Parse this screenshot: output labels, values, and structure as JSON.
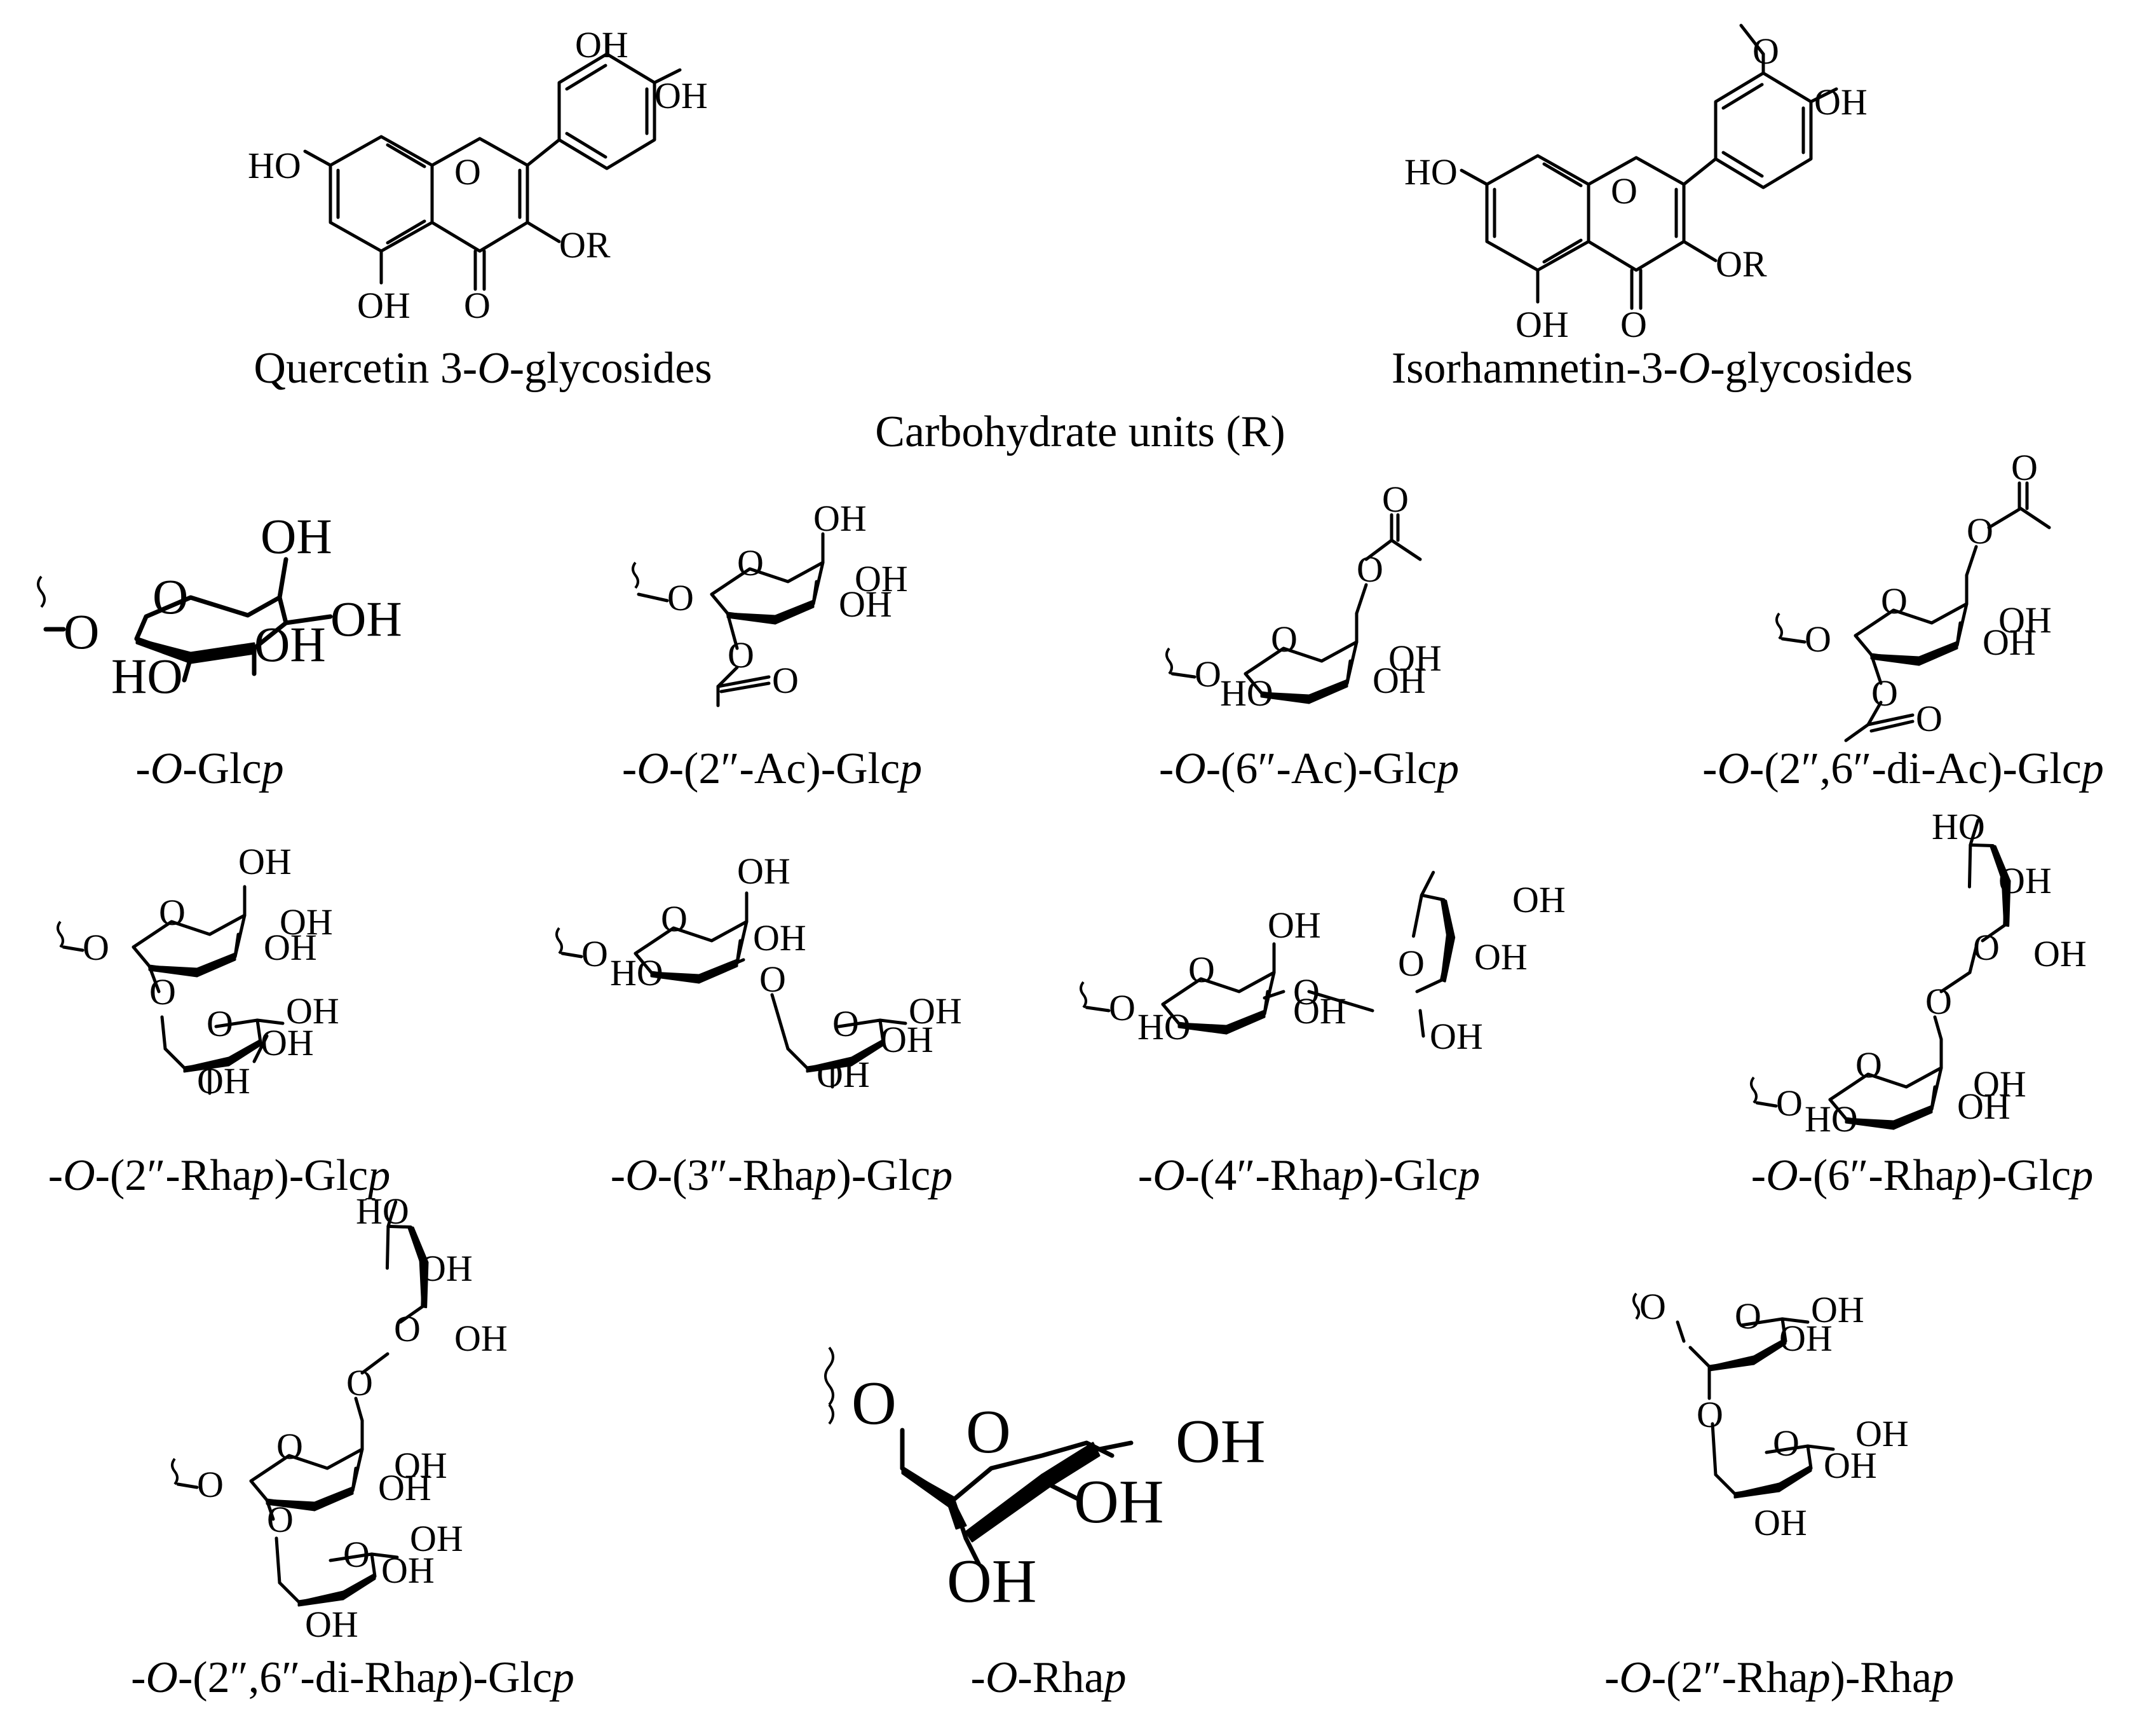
{
  "figure": {
    "section_title": "Carbohydrate units (R)",
    "aglycones": [
      {
        "id": "quercetin",
        "caption_parts": [
          "Quercetin 3-",
          "O",
          "-glycosides"
        ]
      },
      {
        "id": "isorhamnetin",
        "caption_parts": [
          "Isorhamnetin-3-",
          "O",
          "-glycosides"
        ]
      }
    ],
    "carbohydrate_units": [
      {
        "id": "glcp",
        "caption_parts": [
          "-",
          "O",
          "-Glc",
          "p",
          ""
        ]
      },
      {
        "id": "2ac-glcp",
        "caption_parts": [
          "-",
          "O",
          "-(2″-Ac)-Glc",
          "p",
          ""
        ]
      },
      {
        "id": "6ac-glcp",
        "caption_parts": [
          "-",
          "O",
          "-(6″-Ac)-Glc",
          "p",
          ""
        ]
      },
      {
        "id": "26diac-glcp",
        "caption_parts": [
          "-",
          "O",
          "-(2″,6″-di-Ac)-Glc",
          "p",
          ""
        ]
      },
      {
        "id": "2rhap-glcp",
        "caption_parts": [
          "-",
          "O",
          "-(2″-Rha",
          "p",
          ")-Glc",
          "p",
          ""
        ]
      },
      {
        "id": "3rhap-glcp",
        "caption_parts": [
          "-",
          "O",
          "-(3″-Rha",
          "p",
          ")-Glc",
          "p",
          ""
        ]
      },
      {
        "id": "4rhap-glcp",
        "caption_parts": [
          "-",
          "O",
          "-(4″-Rha",
          "p",
          ")-Glc",
          "p",
          ""
        ]
      },
      {
        "id": "6rhap-glcp",
        "caption_parts": [
          "-",
          "O",
          "-(6″-Rha",
          "p",
          ")-Glc",
          "p",
          ""
        ]
      },
      {
        "id": "26dirhap-glcp",
        "caption_parts": [
          "-",
          "O",
          "-(2″,6″-di-Rha",
          "p",
          ")-Glc",
          "p",
          ""
        ]
      },
      {
        "id": "rhap",
        "caption_parts": [
          "-",
          "O",
          "-Rha",
          "p",
          ""
        ]
      },
      {
        "id": "2rhap-rhap",
        "caption_parts": [
          "-",
          "O",
          "-(2″-Rha",
          "p",
          ")-Rha",
          "p",
          ""
        ]
      }
    ],
    "atom_labels": {
      "OH": "OH",
      "HO": "HO",
      "O": "O",
      "OR": "OR"
    }
  }
}
